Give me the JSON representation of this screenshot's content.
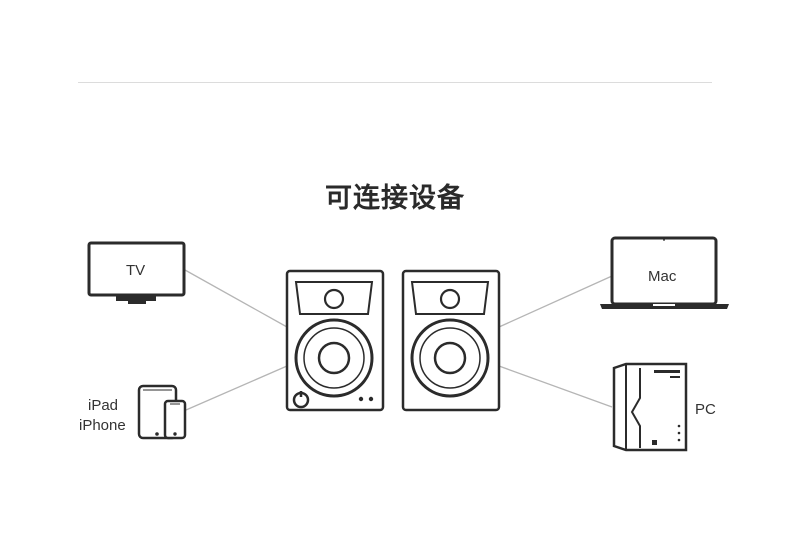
{
  "title": "可连接设备",
  "devices": {
    "tv": "TV",
    "ipad": "iPad",
    "iphone": "iPhone",
    "mac": "Mac",
    "pc": "PC"
  },
  "colors": {
    "stroke": "#2b2b2b",
    "line": "#b5b5b5",
    "divider": "#dcdcdc"
  }
}
